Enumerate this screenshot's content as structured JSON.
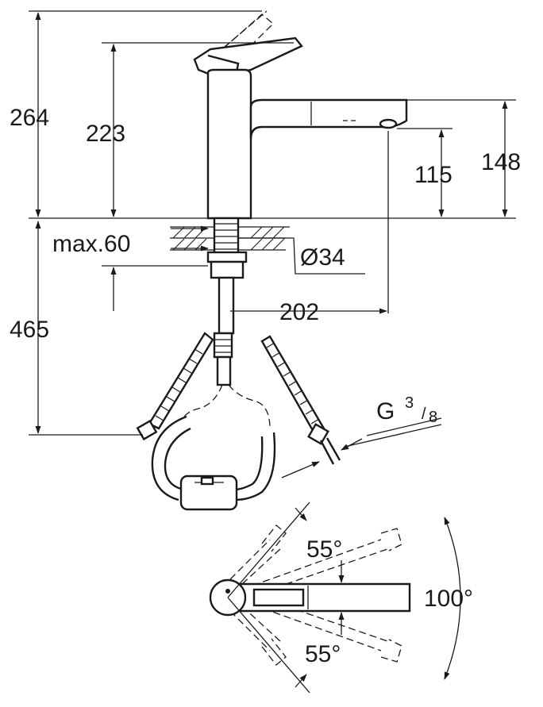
{
  "dimensions": {
    "total_height": "264",
    "height_to_lever": "223",
    "spout_height": "148",
    "spout_outlet_height": "115",
    "max_deck_thickness": "max.60",
    "hole_diameter": "Ø34",
    "projection_center_to_outlet": "202",
    "hose_length": "465",
    "connection_thread_main": "G",
    "connection_thread_num": "3",
    "connection_thread_den": "8",
    "swivel_left": "55°",
    "swivel_right": "55°",
    "swivel_total": "100°"
  }
}
